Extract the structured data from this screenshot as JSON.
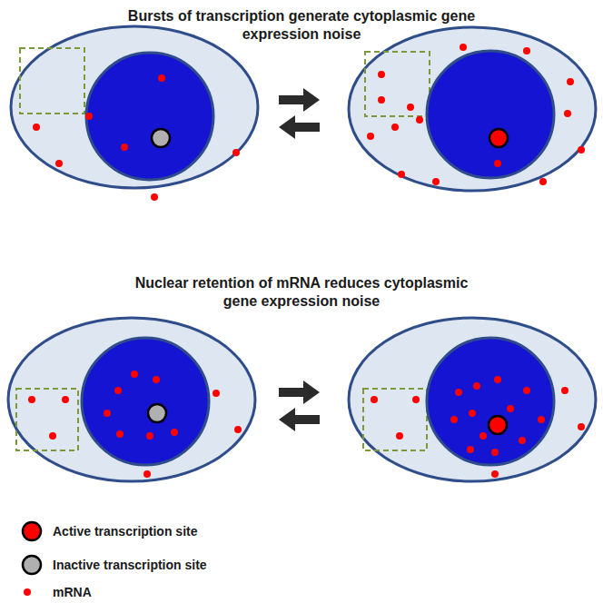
{
  "diagram": {
    "labels": [
      "Bursts of transcription generate cytoplasmic gene expression noise",
      "Nuclear retention of mRNA reduces cytoplasmic gene expression noise"
    ],
    "legend": [
      {
        "text": "Active transcription site"
      },
      {
        "text": "Inactive transcription site"
      },
      {
        "text": "mRNA"
      }
    ]
  }
}
